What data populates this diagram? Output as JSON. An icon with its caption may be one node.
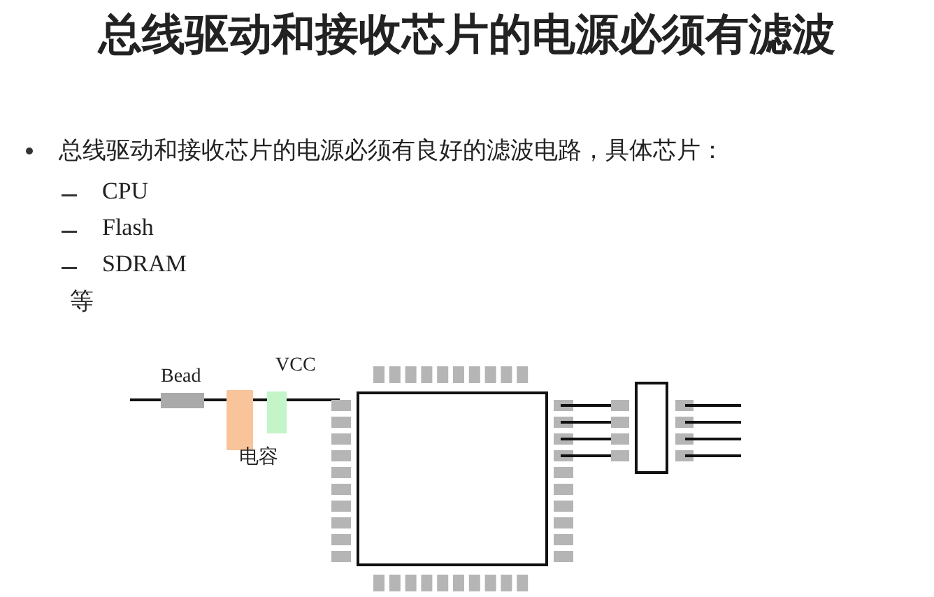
{
  "diagram": {
    "title": "总线驱动和接收芯片的电源必须有滤波",
    "labels": [
      "总线驱动和接收芯片的电源必须有良好的滤波电路，具体芯片：",
      "CPU",
      "Flash",
      "SDRAM",
      "等",
      "Bead",
      "VCC",
      "电容"
    ]
  }
}
